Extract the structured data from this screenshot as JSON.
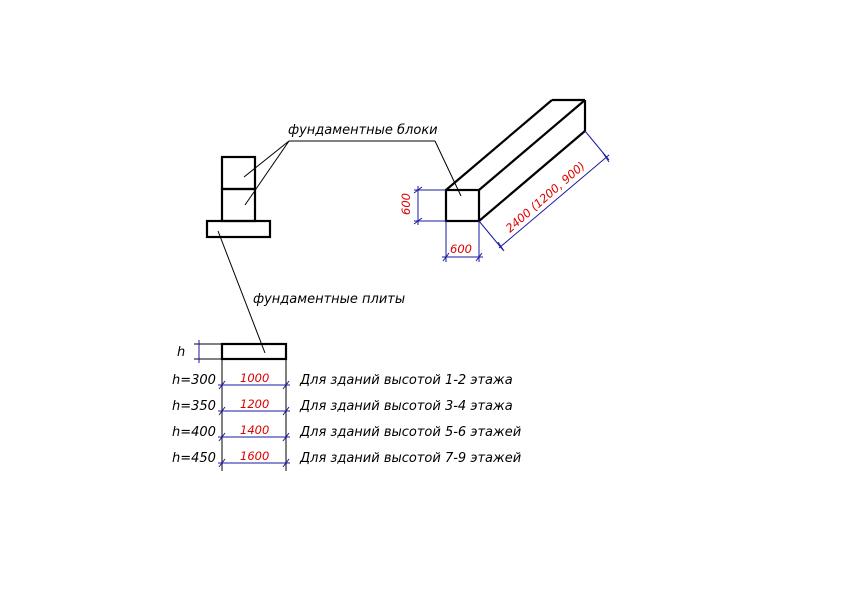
{
  "labels": {
    "blocks": "фундаментные блоки",
    "plates": "фундаментные плиты",
    "h": "h"
  },
  "dimensions": {
    "block_height": "600",
    "block_width": "600",
    "block_length": "2400 (1200, 900)"
  },
  "table": {
    "rows": [
      {
        "h": "h=300",
        "width": "1000",
        "desc": "Для зданий высотой  1-2  этажа"
      },
      {
        "h": "h=350",
        "width": "1200",
        "desc": "Для зданий высотой  3-4  этажа"
      },
      {
        "h": "h=400",
        "width": "1400",
        "desc": "Для зданий высотой  5-6  этажей"
      },
      {
        "h": "h=450",
        "width": "1600",
        "desc": "Для зданий высотой  7-9  этажей"
      }
    ]
  },
  "colors": {
    "dimension_text": "#e00000",
    "dimension_line": "#1a1aa0",
    "line": "#000000"
  }
}
